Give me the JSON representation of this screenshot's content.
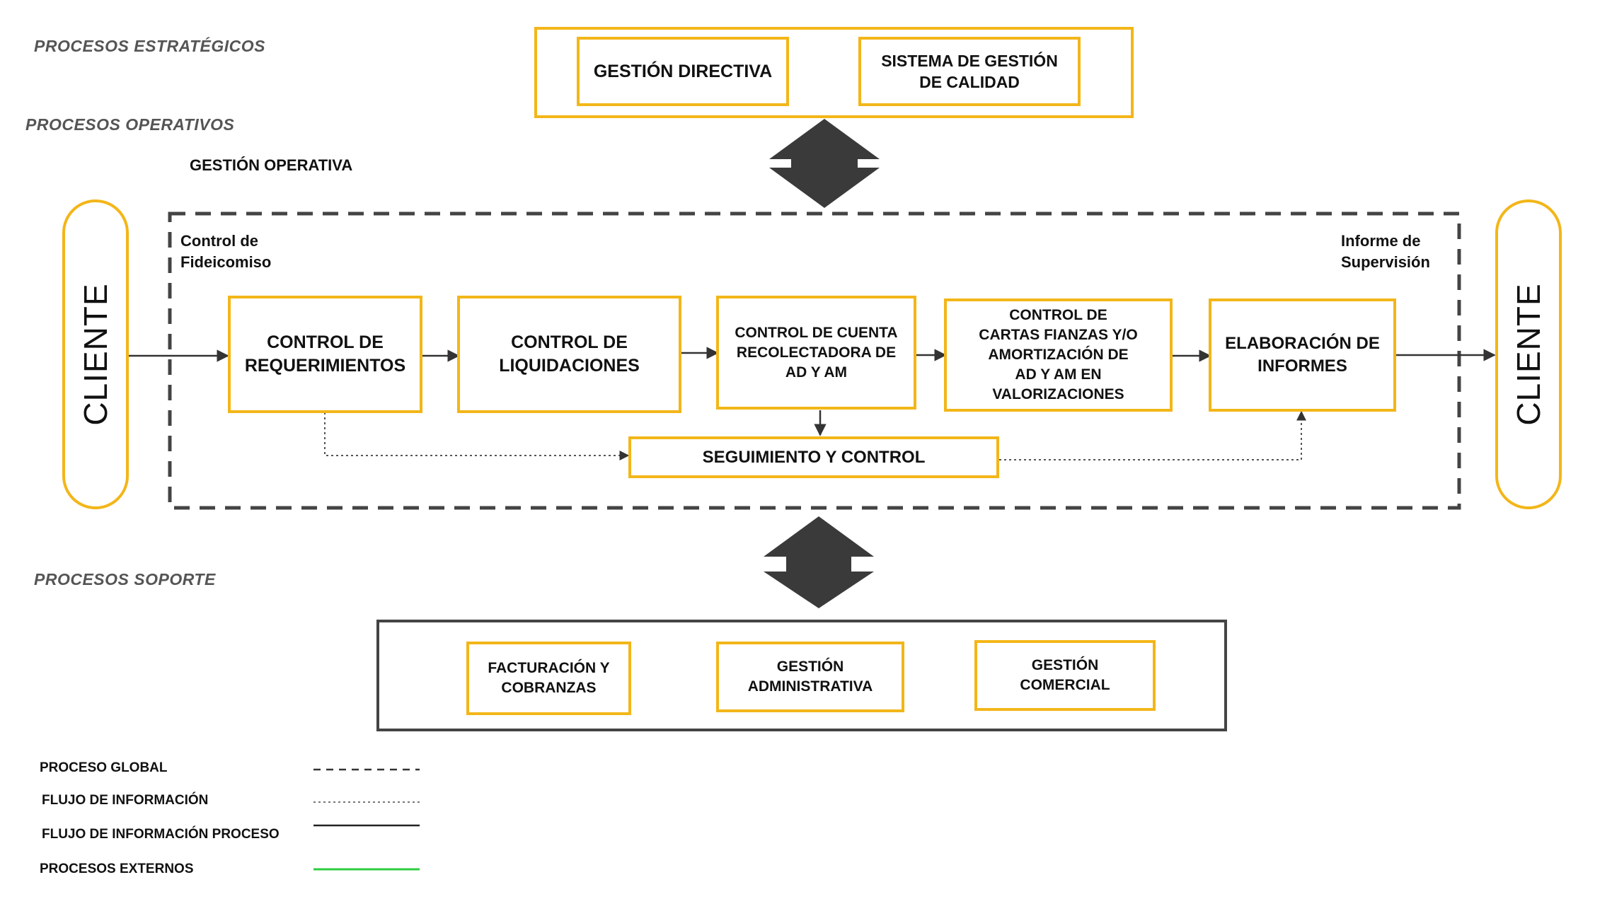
{
  "sections": {
    "strategic": "PROCESOS ESTRATÉGICOS",
    "operative": "PROCESOS OPERATIVOS",
    "support": "PROCESOS SOPORTE"
  },
  "strategic_boxes": {
    "gestion_directiva": "GESTIÓN DIRECTIVA",
    "sistema_calidad": "SISTEMA DE GESTIÓN\nDE CALIDAD"
  },
  "operative": {
    "title": "GESTIÓN OPERATIVA",
    "control_fideicomiso": "Control de\nFideicomiso",
    "informe_supervision": "Informe de\nSupervisión",
    "cliente_left": "CLIENTE",
    "cliente_right": "CLIENTE",
    "boxes": {
      "requerimientos": "CONTROL DE\nREQUERIMIENTOS",
      "liquidaciones": "CONTROL DE\nLIQUIDACIONES",
      "cuenta": "CONTROL DE CUENTA\nRECOLECTADORA DE\nAD Y AM",
      "cartas": "CONTROL DE\nCARTAS FIANZAS Y/O\nAMORTIZACIÓN DE\nAD Y AM EN\nVALORIZACIONES",
      "informes": "ELABORACIÓN DE\nINFORMES",
      "seguimiento": "SEGUIMIENTO Y CONTROL"
    }
  },
  "support_boxes": {
    "facturacion": "FACTURACIÓN Y\nCOBRANZAS",
    "administrativa": "GESTIÓN\nADMINISTRATIVA",
    "comercial": "GESTIÓN\nCOMERCIAL"
  },
  "legend": {
    "proceso_global": "PROCESO GLOBAL",
    "flujo_informacion": "FLUJO DE INFORMACIÓN",
    "flujo_informacion_proceso": "FLUJO DE INFORMACIÓN PROCESO",
    "procesos_externos": "PROCESOS EXTERNOS"
  },
  "colors": {
    "box_border": "#f3b619",
    "dark_frame": "#444444",
    "double_arrow": "#3a3a3a",
    "external_line": "#2ecc40"
  }
}
